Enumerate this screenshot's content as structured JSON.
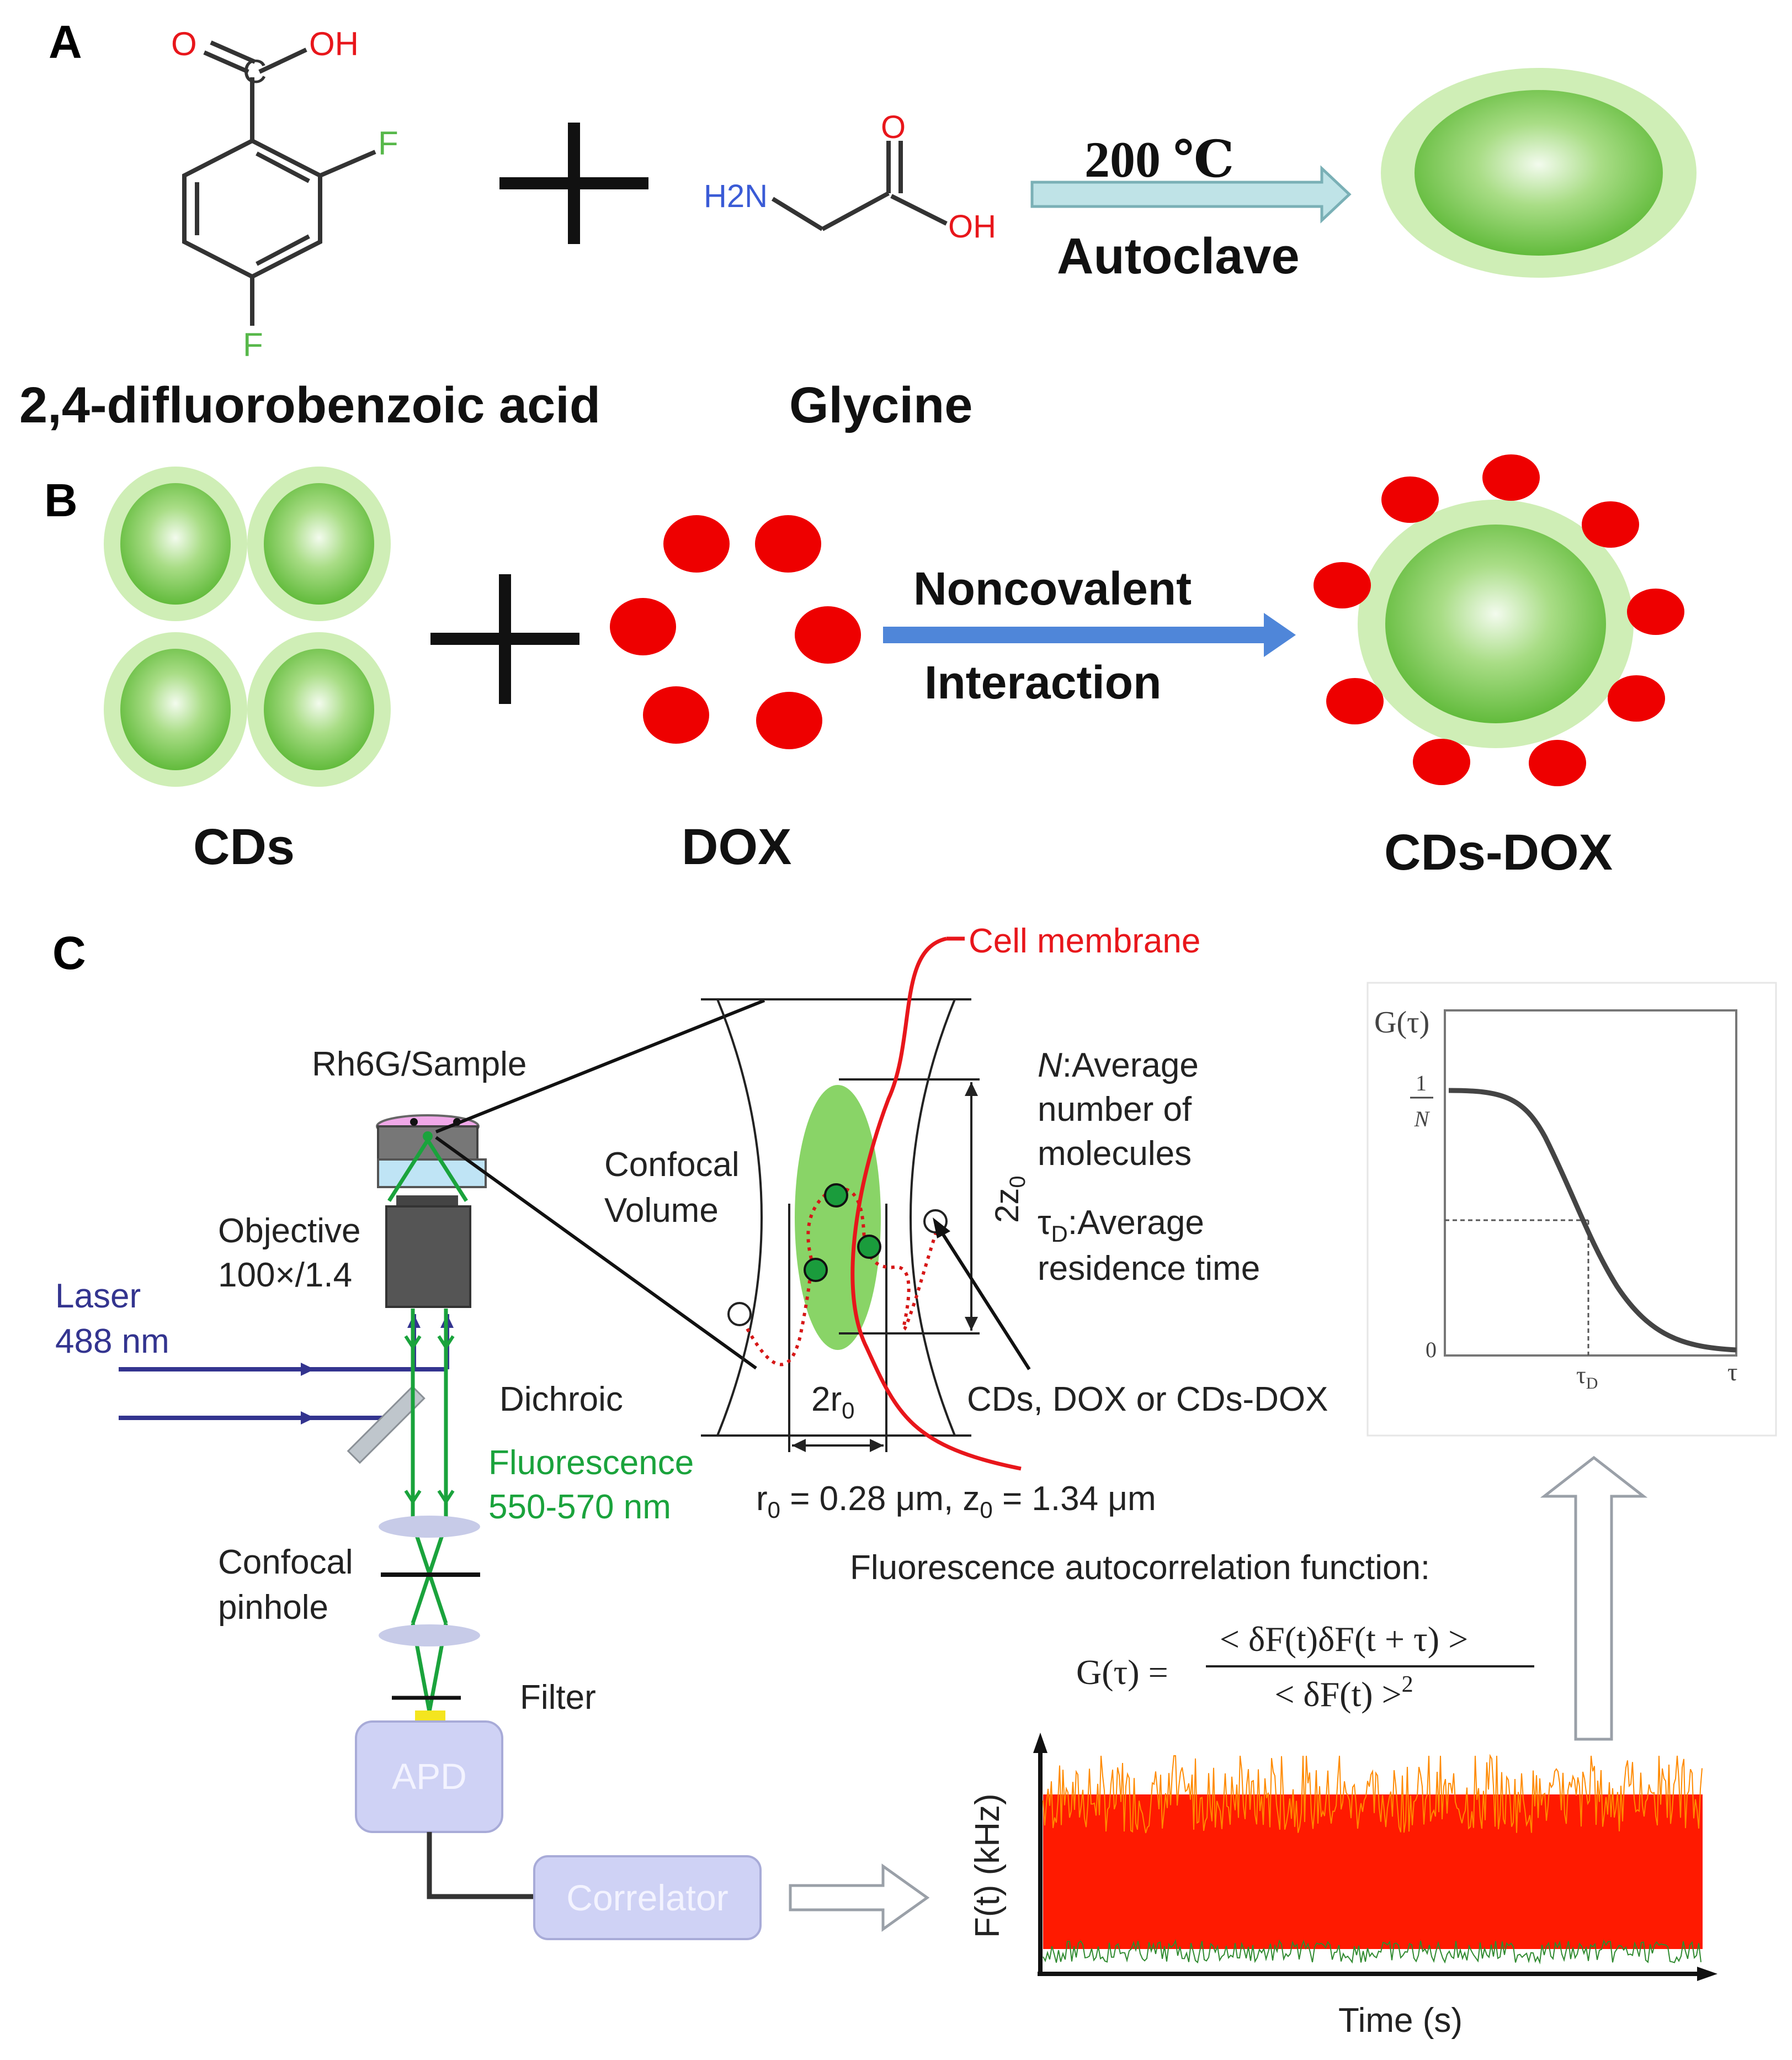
{
  "colors": {
    "black": "#000000",
    "red_dot": "#ee0000",
    "cd_outer": "#cfeeb6",
    "cd_inner": "#6fc44a",
    "cd_highlight": "#f3fbee",
    "arrow_light_fill": "#bfe3e7",
    "arrow_light_stroke": "#7ab0b6",
    "arrow_blue": "#4f86d9",
    "laser_blue": "#33348f",
    "fluor_green": "#1aa33c",
    "membrane_red": "#e8161b",
    "oxygen_red": "#e8161b",
    "fluorine_green": "#57b84a",
    "nitrogen_blue": "#3a5bd6",
    "device_fill": "#cfd2f5",
    "device_text": "#f3f3ff",
    "trace_red": "#ff1a00",
    "trace_orange": "#ff8a00"
  },
  "panelA": {
    "label": "A",
    "mol1": {
      "o": "O",
      "c": "C",
      "oh": "OH",
      "f1": "F",
      "f2": "F",
      "name": "2,4-difluorobenzoic acid"
    },
    "mol2": {
      "h2n": "H2N",
      "o": "O",
      "oh": "OH",
      "name": "Glycine"
    },
    "arrow": {
      "top": "200 ℃",
      "bottom": "Autoclave"
    }
  },
  "panelB": {
    "label": "B",
    "cds": "CDs",
    "dox": "DOX",
    "arrow": {
      "top": "Noncovalent",
      "bottom": "Interaction"
    },
    "product": "CDs-DOX"
  },
  "panelC": {
    "label": "C",
    "cell_membrane": "Cell membrane",
    "rh6g": "Rh6G/Sample",
    "objective": [
      "Objective",
      "100×/1.4"
    ],
    "laser": [
      "Laser",
      "488 nm"
    ],
    "dichroic": "Dichroic",
    "fluorescence": [
      "Fluorescence",
      "550-570 nm"
    ],
    "pinhole": [
      "Confocal",
      "pinhole"
    ],
    "filter": "Filter",
    "apd": "APD",
    "correlator": "Correlator",
    "confocal_volume": [
      "Confocal",
      "Volume"
    ],
    "two_z0": "2z0",
    "two_r0": "2r0",
    "avg_n": [
      "N:Average",
      "number of",
      "molecules"
    ],
    "tau_d": [
      "τD:Average",
      "residence time"
    ],
    "cds_dox_label": "CDs, DOX or CDs-DOX",
    "params": "r0 = 0.28 μm, z0 = 1.34 μm",
    "acf_title": "Fluorescence autocorrelation function:",
    "formula_lhs": "G(τ) =",
    "formula_num": "< δF(t)δF(t + τ) >",
    "formula_den": "< δF(t) >",
    "formula_exp": "2",
    "g_plot": {
      "ylabel": "G(τ)",
      "y1_num": "1",
      "y1_den": "N",
      "zero": "0",
      "tau_d": "τD",
      "tau": "τ"
    },
    "trace": {
      "ylabel": "F(t) (kHz)",
      "xlabel": "Time (s)"
    }
  }
}
